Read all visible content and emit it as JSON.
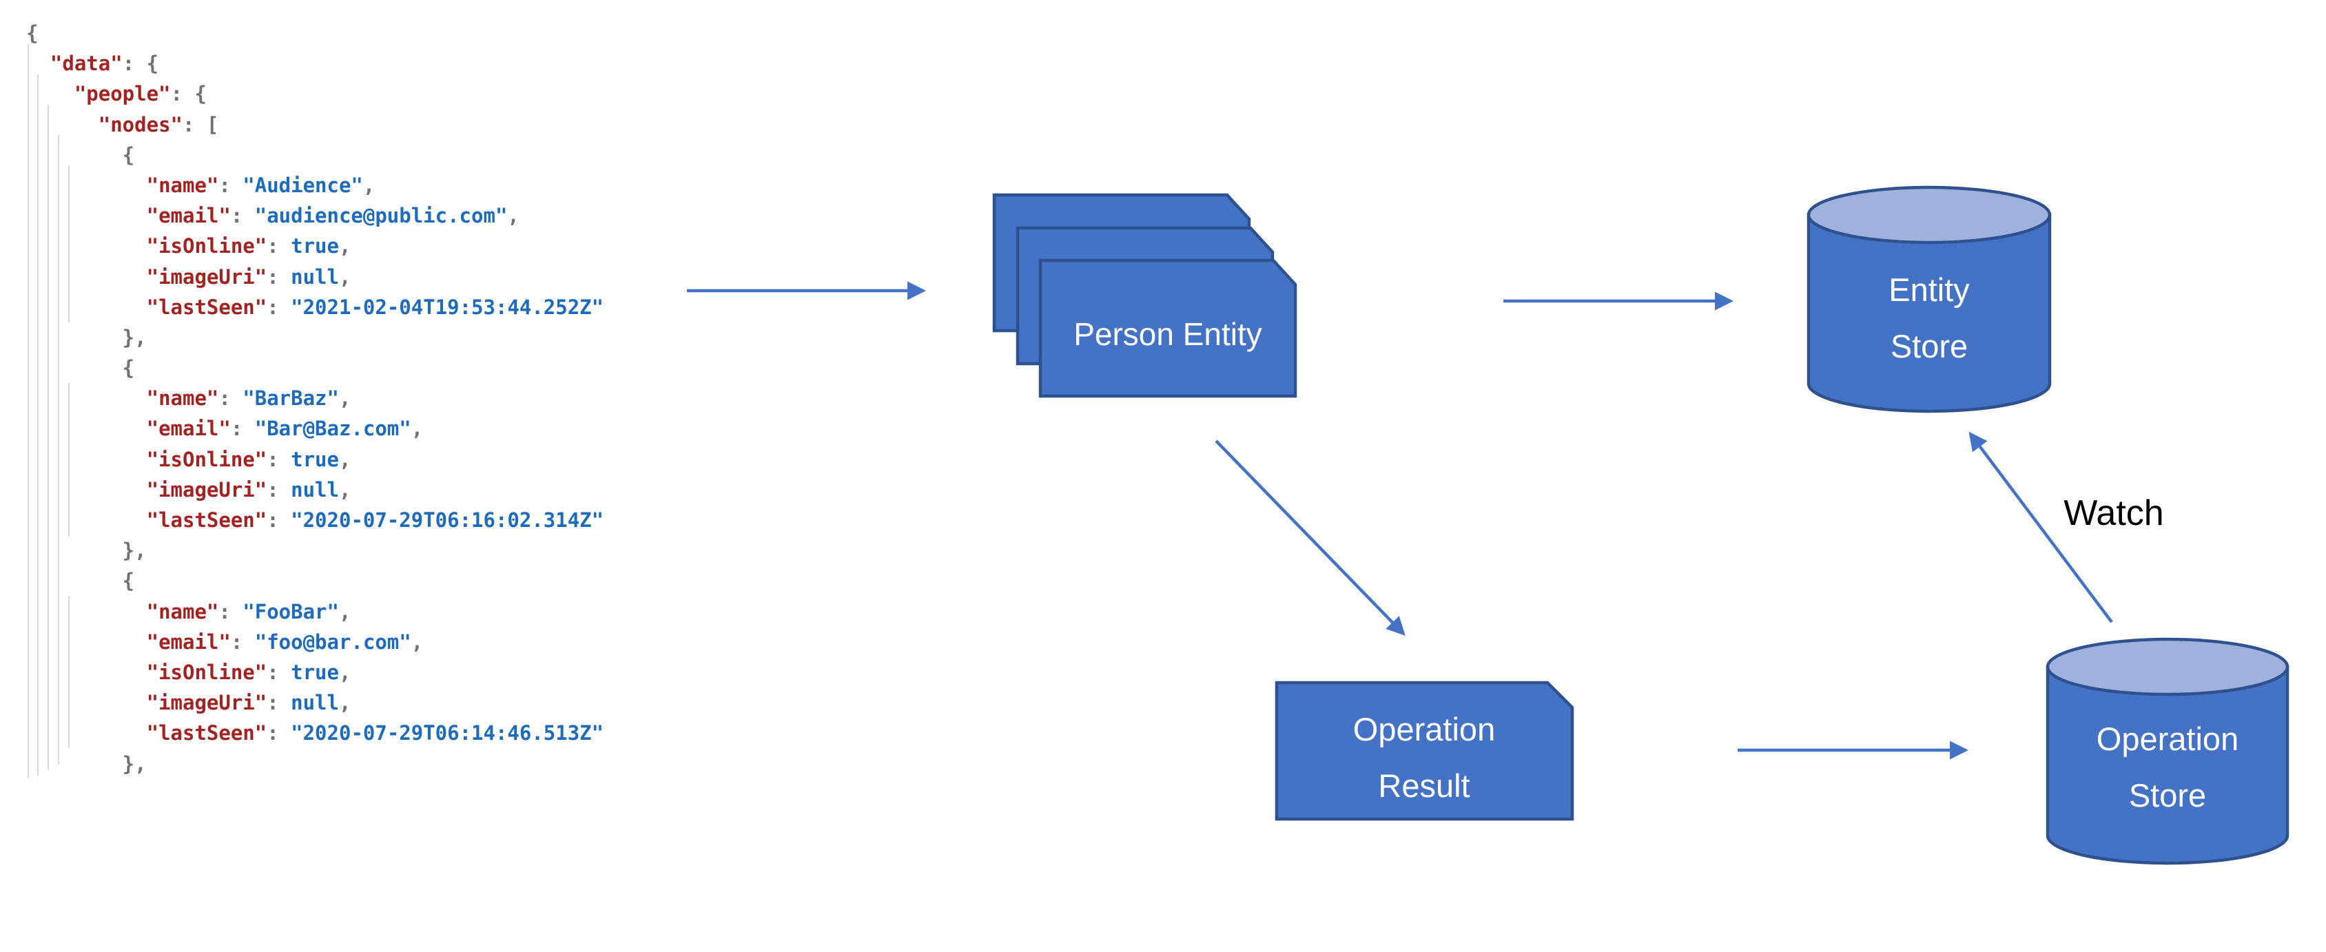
{
  "code": {
    "language": "json",
    "token_classes": {
      "k": "key",
      "s": "string",
      "l": "literal",
      "p": "punctuation"
    },
    "colors": {
      "key": "#A32222",
      "string": "#1E6BBB",
      "literal": "#1E6BBB",
      "punctuation": "#707075"
    },
    "lines": [
      [
        [
          "p",
          "{"
        ]
      ],
      [
        [
          "p",
          "  "
        ],
        [
          "k",
          "\"data\""
        ],
        [
          "p",
          ": {"
        ]
      ],
      [
        [
          "p",
          "    "
        ],
        [
          "k",
          "\"people\""
        ],
        [
          "p",
          ": {"
        ]
      ],
      [
        [
          "p",
          "      "
        ],
        [
          "k",
          "\"nodes\""
        ],
        [
          "p",
          ": ["
        ]
      ],
      [
        [
          "p",
          "        {"
        ]
      ],
      [
        [
          "p",
          "          "
        ],
        [
          "k",
          "\"name\""
        ],
        [
          "p",
          ": "
        ],
        [
          "s",
          "\"Audience\""
        ],
        [
          "p",
          ","
        ]
      ],
      [
        [
          "p",
          "          "
        ],
        [
          "k",
          "\"email\""
        ],
        [
          "p",
          ": "
        ],
        [
          "s",
          "\"audience@public.com\""
        ],
        [
          "p",
          ","
        ]
      ],
      [
        [
          "p",
          "          "
        ],
        [
          "k",
          "\"isOnline\""
        ],
        [
          "p",
          ": "
        ],
        [
          "l",
          "true"
        ],
        [
          "p",
          ","
        ]
      ],
      [
        [
          "p",
          "          "
        ],
        [
          "k",
          "\"imageUri\""
        ],
        [
          "p",
          ": "
        ],
        [
          "l",
          "null"
        ],
        [
          "p",
          ","
        ]
      ],
      [
        [
          "p",
          "          "
        ],
        [
          "k",
          "\"lastSeen\""
        ],
        [
          "p",
          ": "
        ],
        [
          "s",
          "\"2021-02-04T19:53:44.252Z\""
        ]
      ],
      [
        [
          "p",
          "        },"
        ]
      ],
      [
        [
          "p",
          "        {"
        ]
      ],
      [
        [
          "p",
          "          "
        ],
        [
          "k",
          "\"name\""
        ],
        [
          "p",
          ": "
        ],
        [
          "s",
          "\"BarBaz\""
        ],
        [
          "p",
          ","
        ]
      ],
      [
        [
          "p",
          "          "
        ],
        [
          "k",
          "\"email\""
        ],
        [
          "p",
          ": "
        ],
        [
          "s",
          "\"Bar@Baz.com\""
        ],
        [
          "p",
          ","
        ]
      ],
      [
        [
          "p",
          "          "
        ],
        [
          "k",
          "\"isOnline\""
        ],
        [
          "p",
          ": "
        ],
        [
          "l",
          "true"
        ],
        [
          "p",
          ","
        ]
      ],
      [
        [
          "p",
          "          "
        ],
        [
          "k",
          "\"imageUri\""
        ],
        [
          "p",
          ": "
        ],
        [
          "l",
          "null"
        ],
        [
          "p",
          ","
        ]
      ],
      [
        [
          "p",
          "          "
        ],
        [
          "k",
          "\"lastSeen\""
        ],
        [
          "p",
          ": "
        ],
        [
          "s",
          "\"2020-07-29T06:16:02.314Z\""
        ]
      ],
      [
        [
          "p",
          "        },"
        ]
      ],
      [
        [
          "p",
          "        {"
        ]
      ],
      [
        [
          "p",
          "          "
        ],
        [
          "k",
          "\"name\""
        ],
        [
          "p",
          ": "
        ],
        [
          "s",
          "\"FooBar\""
        ],
        [
          "p",
          ","
        ]
      ],
      [
        [
          "p",
          "          "
        ],
        [
          "k",
          "\"email\""
        ],
        [
          "p",
          ": "
        ],
        [
          "s",
          "\"foo@bar.com\""
        ],
        [
          "p",
          ","
        ]
      ],
      [
        [
          "p",
          "          "
        ],
        [
          "k",
          "\"isOnline\""
        ],
        [
          "p",
          ": "
        ],
        [
          "l",
          "true"
        ],
        [
          "p",
          ","
        ]
      ],
      [
        [
          "p",
          "          "
        ],
        [
          "k",
          "\"imageUri\""
        ],
        [
          "p",
          ": "
        ],
        [
          "l",
          "null"
        ],
        [
          "p",
          ","
        ]
      ],
      [
        [
          "p",
          "          "
        ],
        [
          "k",
          "\"lastSeen\""
        ],
        [
          "p",
          ": "
        ],
        [
          "s",
          "\"2020-07-29T06:14:46.513Z\""
        ]
      ],
      [
        [
          "p",
          "        },"
        ]
      ]
    ]
  },
  "diagram": {
    "colors": {
      "shape_fill": "#4472C4",
      "shape_border": "#2F528F",
      "cylinder_top_fill": "#9FB1DD",
      "arrow": "#4472C4",
      "label_text": "#FFFFFF",
      "watch_text": "#000000"
    },
    "nodes": {
      "person_entity": {
        "label": "Person Entity",
        "shape": "stacked-snip-corner-cards"
      },
      "entity_store": {
        "label": "Entity\nStore",
        "shape": "cylinder"
      },
      "operation_result": {
        "label": "Operation\nResult",
        "shape": "snip-corner-card"
      },
      "operation_store": {
        "label": "Operation\nStore",
        "shape": "cylinder"
      }
    },
    "edges": {
      "watch_label": "Watch"
    }
  }
}
